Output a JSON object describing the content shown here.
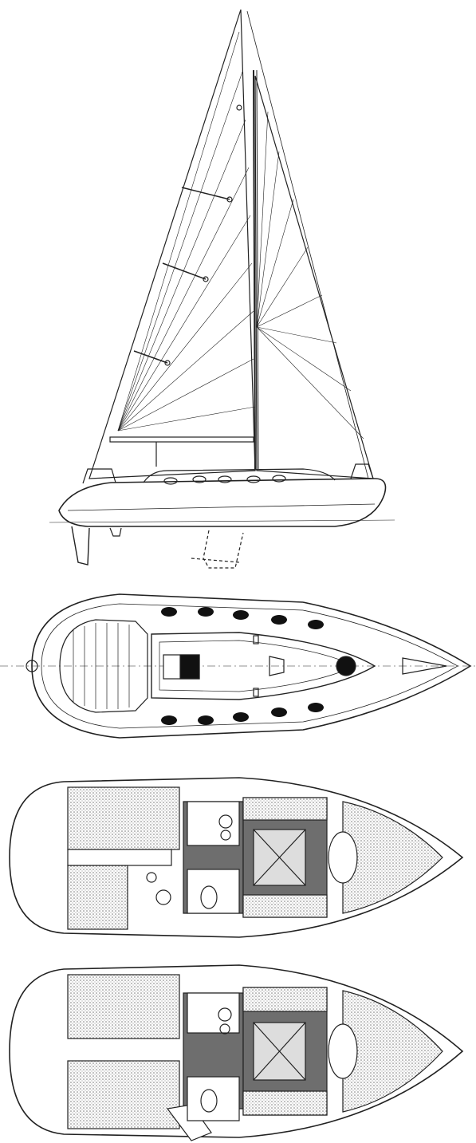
{
  "drawing": {
    "colors": {
      "line": "#222222",
      "paper": "#ffffff",
      "fill_dark": "#111111",
      "fill_stipple": "#9a9a9a",
      "fill_medium": "#6e6e6e"
    },
    "views": [
      {
        "key": "sail_plan",
        "icon": "sailboat-profile-icon"
      },
      {
        "key": "deck_plan",
        "icon": "deck-plan-icon"
      },
      {
        "key": "interior_layout_a",
        "icon": "interior-layout-icon"
      },
      {
        "key": "interior_layout_b",
        "icon": "interior-layout-icon"
      }
    ]
  }
}
